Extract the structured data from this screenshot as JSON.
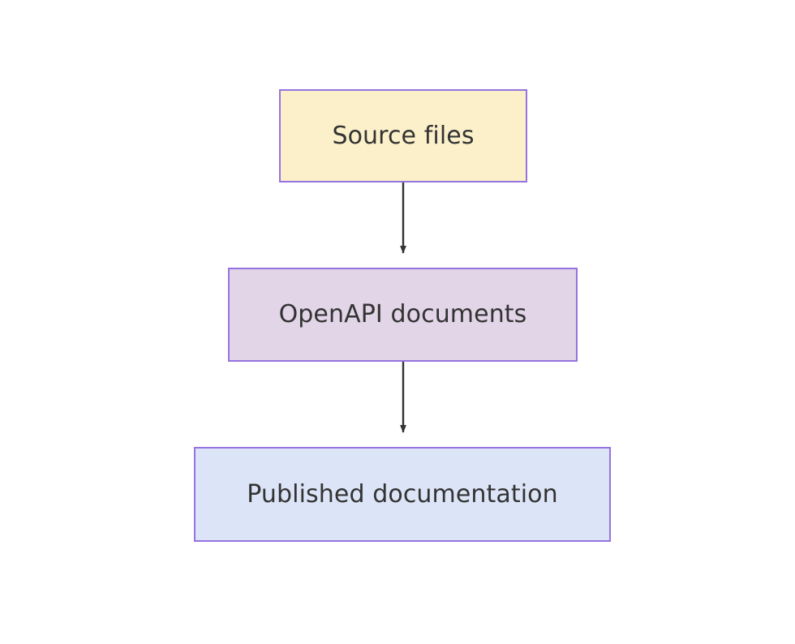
{
  "diagram": {
    "type": "flowchart",
    "direction": "top-down",
    "background_color": "#ffffff",
    "nodes": [
      {
        "id": "source-files",
        "label": "Source files",
        "fill_color": "#fbf0ca",
        "border_color": "#9673e0",
        "text_color": "#333333"
      },
      {
        "id": "openapi-documents",
        "label": "OpenAPI documents",
        "fill_color": "#e1d5e7",
        "border_color": "#9673e0",
        "text_color": "#333333"
      },
      {
        "id": "published-documentation",
        "label": "Published documentation",
        "fill_color": "#dce4f7",
        "border_color": "#9673e0",
        "text_color": "#333333"
      }
    ],
    "edges": [
      {
        "id": "edge-source-to-openapi",
        "from": "source-files",
        "to": "openapi-documents",
        "label": "",
        "color": "#333333",
        "arrowhead": "solid-triangle"
      },
      {
        "id": "edge-openapi-to-published",
        "from": "openapi-documents",
        "to": "published-documentation",
        "label": "",
        "color": "#333333",
        "arrowhead": "solid-triangle"
      }
    ]
  }
}
